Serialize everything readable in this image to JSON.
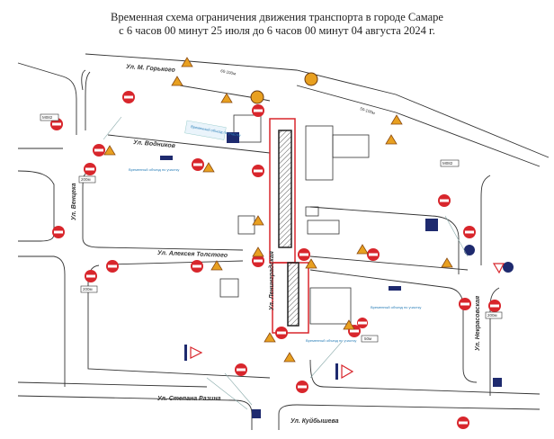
{
  "title": {
    "line1": "Временная схема ограничения движения транспорта в городе Самаре",
    "line2": "с 6 часов 00 минут 25 июля до 6 часов 00 минут 04 августа 2024 г."
  },
  "streets": {
    "gorkogo": "Ул. М. Горького",
    "vodnikov": "Ул. Водников",
    "vencka": "Ул. Венцека",
    "tolstogo": "Ул. Алексея Толстого",
    "leningradskaya": "Ул. Ленинградская",
    "nekrasovskaya": "Ул. Некрасовская",
    "razina": "Ул. Степана Разина",
    "kuibysheva": "Ул. Куйбышева"
  },
  "labels": {
    "sign_3_1": "3.1",
    "sign_1_25": "1.25",
    "sign_4_1_1": "4.1.1",
    "sign_8_1_1": "8.1.1",
    "sign_8_1_3": "8.1.3",
    "sign_5_5": "5.5",
    "sign_5_6": "5.6",
    "plate_50m": "50м",
    "plate_200m": "200м",
    "plate_m082": "М082",
    "speed_range_1": "60-100м",
    "speed_range_2": "50-100м",
    "note": "Временный объезд по участку"
  },
  "colors": {
    "restriction_red": "#d8262c",
    "warning_orange": "#e8a020",
    "info_blue": "#1e2a6e",
    "road_line": "#333333",
    "note_blue": "#2b7fb8"
  }
}
